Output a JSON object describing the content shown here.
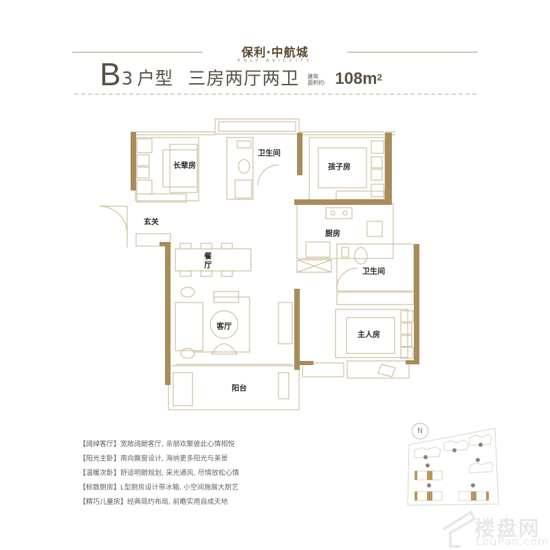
{
  "header": {
    "brand_cn": "保利·中航城",
    "brand_en": "POLY AVICCITY",
    "unit_letter": "B",
    "unit_number": "3",
    "unit_type_label": "户型",
    "rooms_desc": "三房两厅两卫",
    "area_label_line1": "建筑",
    "area_label_line2": "面积约:",
    "area_value": "108m",
    "area_unit_sup": "2"
  },
  "colors": {
    "wall": "#a88c5a",
    "line": "#cdbf9e",
    "text": "#5a5248",
    "accent_gold": "#b8975a"
  },
  "floorplan": {
    "rooms": [
      {
        "id": "elder-room",
        "label": "长辈房"
      },
      {
        "id": "bathroom-1",
        "label": "卫生间"
      },
      {
        "id": "child-room",
        "label": "孩子房"
      },
      {
        "id": "foyer",
        "label": "玄关"
      },
      {
        "id": "kitchen",
        "label": "厨房"
      },
      {
        "id": "dining",
        "label": "餐\n厅",
        "label_line1": "餐",
        "label_line2": "厅"
      },
      {
        "id": "bathroom-2",
        "label": "卫生间"
      },
      {
        "id": "living",
        "label": "客厅"
      },
      {
        "id": "master-room",
        "label": "主人房"
      },
      {
        "id": "balcony",
        "label": "阳台"
      }
    ]
  },
  "features": [
    {
      "tag": "【阔绰客厅】",
      "text": "宽敞阔朗客厅, 亲朋欢聚彼此心情相悦"
    },
    {
      "tag": "【阳光主卧】",
      "text": "南向飘窗设计, 海纳更多阳光与美景"
    },
    {
      "tag": "【温暖次卧】",
      "text": "舒适明朗规划, 采光通风, 尽情放松心情"
    },
    {
      "tag": "【标致厨房】",
      "text": "L型厨房设计带冰箱, 小空间施展大厨艺"
    },
    {
      "tag": "【精巧儿童房】",
      "text": "经典简约布局, 前瞻实用自成天地"
    }
  ],
  "site_map": {
    "compass_label": "N"
  },
  "watermark": {
    "cn": "楼盘网",
    "en": "LouPan.com"
  }
}
